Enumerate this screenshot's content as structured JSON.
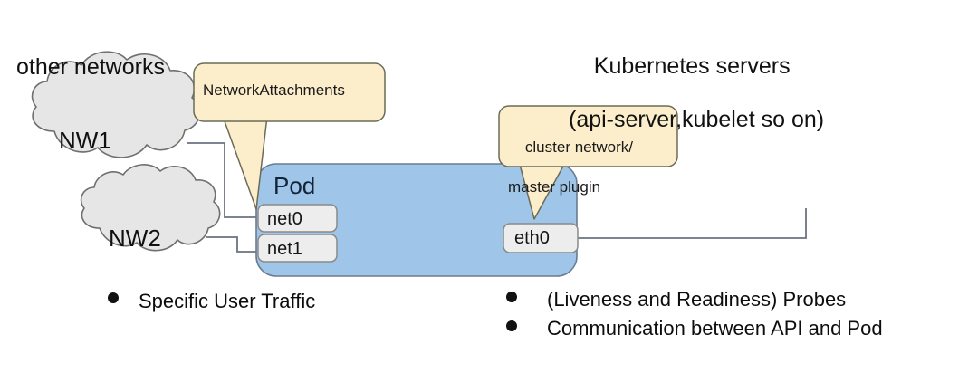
{
  "diagram": {
    "title": "Kubernetes Pod networking diagram",
    "headings": {
      "other_networks": "other networks",
      "kubernetes_servers_line1": "Kubernetes servers",
      "kubernetes_servers_line2": "(api-server,kubelet so on)"
    },
    "clouds": [
      {
        "id": "nw1",
        "label": "NW1"
      },
      {
        "id": "nw2",
        "label": "NW2"
      }
    ],
    "pod": {
      "label": "Pod",
      "interfaces": [
        {
          "id": "net0",
          "label": "net0"
        },
        {
          "id": "net1",
          "label": "net1"
        },
        {
          "id": "eth0",
          "label": "eth0"
        }
      ]
    },
    "callouts": [
      {
        "id": "network-attachments",
        "line1": "NetworkAttachments",
        "line2": ""
      },
      {
        "id": "cluster-network",
        "line1": "cluster network/",
        "line2": "master plugin"
      }
    ],
    "bullets": {
      "left": [
        "Specific User Traffic"
      ],
      "right": [
        "(Liveness and Readiness) Probes",
        "Communication between API and Pod"
      ]
    },
    "colors": {
      "background": "#ffffff",
      "pod_fill": "#9fc6e9",
      "pod_stroke": "#6b7b91",
      "callout_fill": "#fceecb",
      "callout_stroke": "#6b6b57",
      "cloud_fill": "#e6e6e6",
      "cloud_stroke": "#6f6f6f",
      "interface_fill": "#ededed",
      "interface_stroke": "#8a8a8a",
      "connector_stroke": "#6b7280",
      "text": "#111111"
    }
  }
}
